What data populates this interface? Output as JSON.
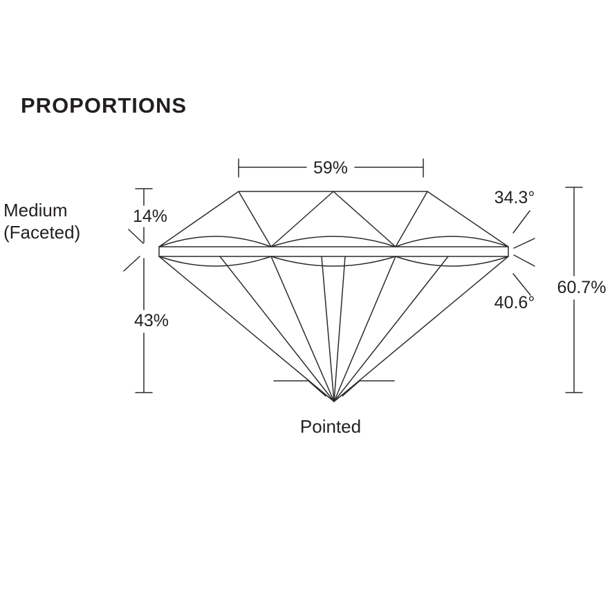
{
  "colors": {
    "background": "#ffffff",
    "line": "#2b2b2b",
    "text": "#231f20"
  },
  "title": "PROPORTIONS",
  "measurements": {
    "table": "59%",
    "crown_height": "14%",
    "pavilion_depth": "43%",
    "total_depth": "60.7%",
    "crown_angle": "34.3°",
    "pavilion_angle": "40.6°",
    "girdle": {
      "line1": "Medium",
      "line2": "(Faceted)"
    },
    "culet": "Pointed"
  }
}
